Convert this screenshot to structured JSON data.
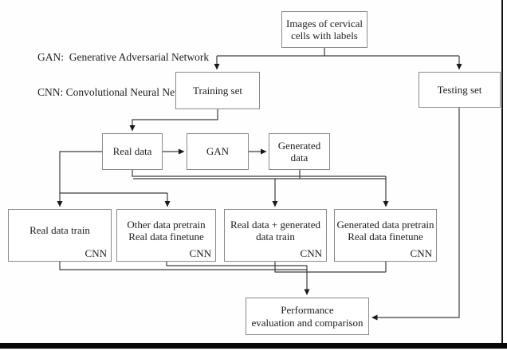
{
  "legend": {
    "gan_line": "GAN:  Generative Adversarial Network",
    "cnn_line": "CNN: Convolutional Neural Network"
  },
  "nodes": {
    "source": {
      "line1": "Images of cervical",
      "line2": "cells with labels"
    },
    "training_set": {
      "label": "Training set"
    },
    "testing_set": {
      "label": "Testing set"
    },
    "real_data": {
      "label": "Real data"
    },
    "gan": {
      "label": "GAN"
    },
    "generated_data": {
      "line1": "Generated",
      "line2": "data"
    },
    "cnn_boxes": [
      {
        "line1": "Real data train",
        "line2": "",
        "tag": "CNN"
      },
      {
        "line1": "Other data pretrain",
        "line2": "Real data finetune",
        "tag": "CNN"
      },
      {
        "line1": "Real data + generated",
        "line2": "data train",
        "tag": "CNN"
      },
      {
        "line1": "Generated data pretrain",
        "line2": "Real data finetune",
        "tag": "CNN"
      }
    ],
    "performance": {
      "line1": "Performance",
      "line2": "evaluation and comparison"
    }
  },
  "colors": {
    "box_border": "#8a8a8a",
    "connector": "#3d3d3d",
    "arrowhead": "#1a1a1a",
    "text": "#1c1c1c",
    "frame": "#0a0a0a"
  }
}
